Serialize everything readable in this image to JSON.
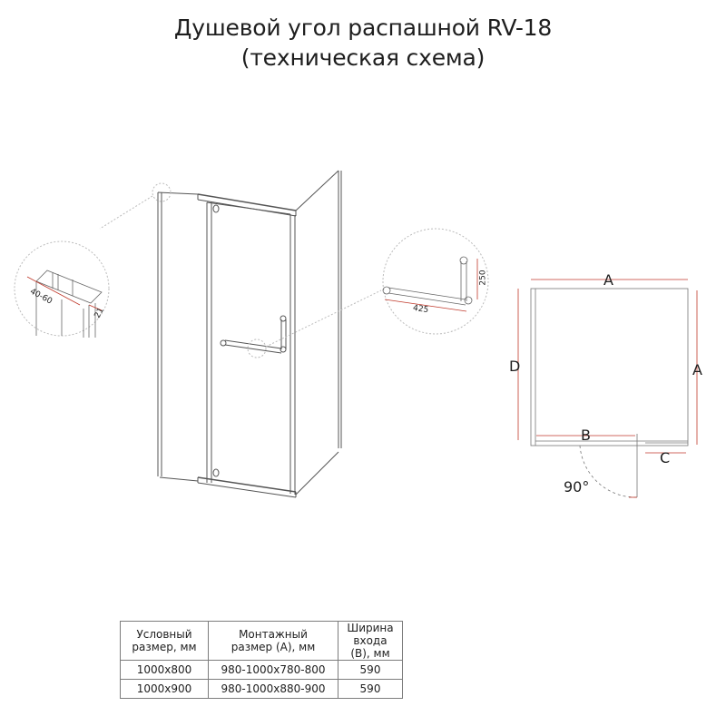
{
  "title": {
    "line1": "Душевой угол распашной RV-18",
    "line2": "(техническая схема)"
  },
  "profile_detail": {
    "width_label": "40-60",
    "depth_label": "21"
  },
  "handle_detail": {
    "length_label": "425",
    "height_label": "250"
  },
  "plan_view": {
    "top_label": "A",
    "right_label": "A",
    "left_label": "D",
    "entry_label": "B",
    "fixed_label": "C",
    "angle_label": "90°",
    "dimension_color": "#c0392b"
  },
  "table": {
    "headers": [
      {
        "line1": "Условный",
        "line2": "размер, мм"
      },
      {
        "line1": "Монтажный",
        "line2": "размер (А), мм"
      },
      {
        "line1": "Ширина",
        "line2": "входа (В), мм"
      }
    ],
    "rows": [
      [
        "1000x800",
        "980-1000x780-800",
        "590"
      ],
      [
        "1000x900",
        "980-1000x880-900",
        "590"
      ]
    ]
  }
}
